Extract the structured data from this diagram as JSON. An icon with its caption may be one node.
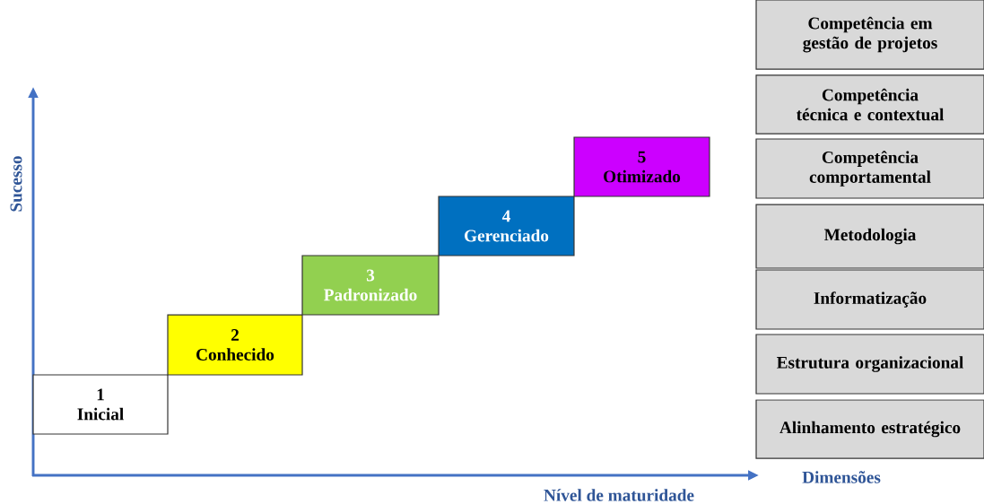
{
  "diagram": {
    "nodes": [
      {
        "text": [
          "1",
          "Inicial"
        ]
      },
      {
        "text": [
          "2",
          "Conhecido"
        ]
      },
      {
        "text": [
          "3",
          "Padronizado"
        ]
      },
      {
        "text": [
          "4",
          "Gerenciado"
        ]
      },
      {
        "text": [
          "5",
          "Otimizado"
        ]
      },
      {
        "text": [
          "Competência em gestão de projetos"
        ]
      },
      {
        "text": [
          "Competência técnica e contextual"
        ]
      },
      {
        "text": [
          "Competência comportamental"
        ]
      },
      {
        "text": [
          "Metodologia"
        ]
      },
      {
        "text": [
          "Informatização"
        ]
      },
      {
        "text": [
          "Estrutura organizacional"
        ]
      },
      {
        "text": [
          "Alinhamento estratégico"
        ]
      }
    ],
    "labels": [
      "Sucesso",
      "Dimensões",
      "Nível de maturidade"
    ]
  }
}
